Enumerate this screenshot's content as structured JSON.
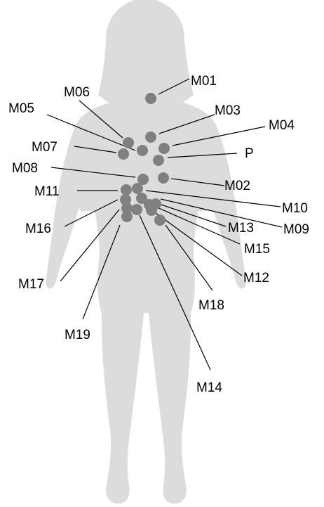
{
  "diagram": {
    "colors": {
      "silhouette": "#dcdcdc",
      "marker": "#808080",
      "leader_line": "#000000",
      "label_text": "#000000",
      "background": "#ffffff"
    },
    "labels": [
      "M01",
      "M02",
      "M03",
      "M04",
      "M05",
      "M06",
      "M07",
      "M08",
      "M09",
      "M10",
      "M11",
      "M12",
      "M13",
      "M14",
      "M15",
      "M16",
      "M17",
      "M18",
      "M19",
      "P"
    ]
  }
}
